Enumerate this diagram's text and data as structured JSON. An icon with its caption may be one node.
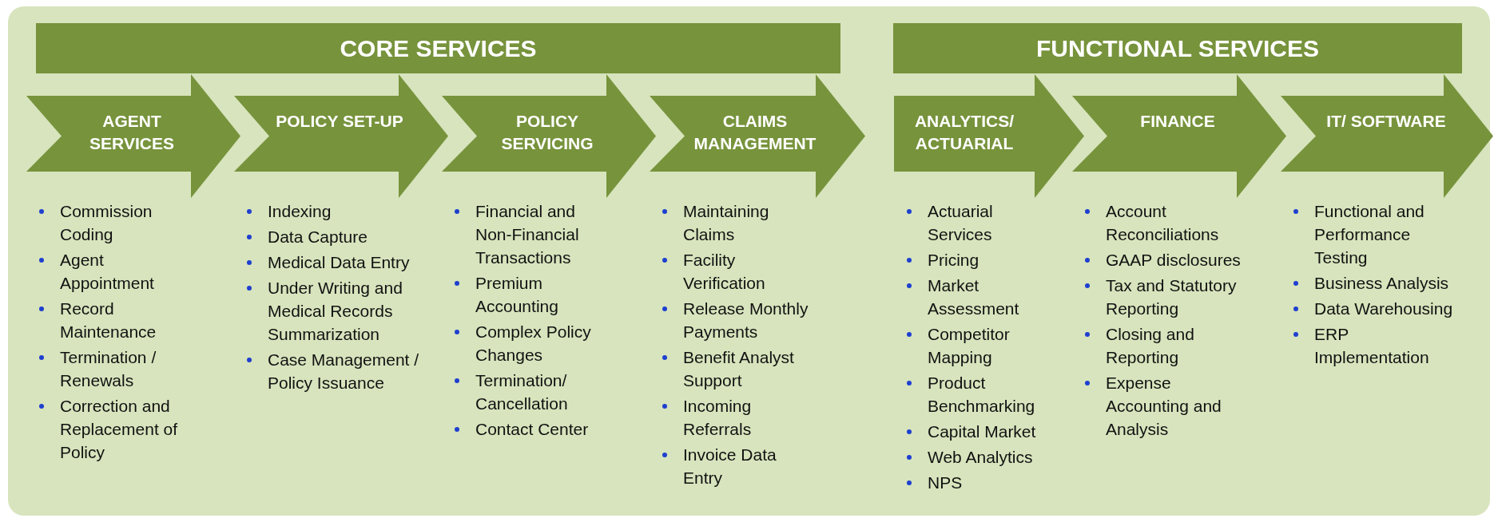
{
  "diagram": {
    "nodes": [
      {
        "text": [
          "CORE SERVICES"
        ]
      },
      {
        "text": [
          "FUNCTIONAL SERVICES"
        ]
      },
      {
        "text": [
          "AGENT SERVICES"
        ],
        "beside": [
          "Commission Coding",
          "Agent Appointment",
          "Record Maintenance",
          "Termination / Renewals",
          "Correction and Replacement of Policy"
        ]
      },
      {
        "text": [
          "POLICY SET-UP"
        ],
        "beside": [
          "Indexing",
          "Data Capture",
          "Medical Data Entry",
          "Under Writing and Medical Records Summarization",
          "Case Management / Policy Issuance"
        ]
      },
      {
        "text": [
          "POLICY SERVICING"
        ],
        "beside": [
          "Financial and Non-Financial Transactions",
          "Premium Accounting",
          "Complex Policy Changes",
          "Termination/ Cancellation",
          "Contact Center"
        ]
      },
      {
        "text": [
          "CLAIMS MANAGEMENT"
        ],
        "beside": [
          "Maintaining Claims",
          "Facility Verification",
          "Release Monthly Payments",
          "Benefit Analyst Support",
          "Incoming Referrals",
          "Invoice Data Entry"
        ]
      },
      {
        "text": [
          "ANALYTICS/ ACTUARIAL"
        ],
        "beside": [
          "Actuarial Services",
          "Pricing",
          "Market Assessment",
          "Competitor Mapping",
          "Product Benchmarking",
          "Capital Market",
          "Web Analytics",
          "NPS"
        ]
      },
      {
        "text": [
          "FINANCE"
        ],
        "beside": [
          "Account Reconciliations",
          "GAAP disclosures",
          "Tax and Statutory Reporting",
          "Closing and Reporting",
          "Expense Accounting and Analysis"
        ]
      },
      {
        "text": [
          "IT/ SOFTWARE"
        ],
        "beside": [
          "Functional and Performance Testing",
          "Business Analysis",
          "Data Warehousing",
          "ERP Implementation"
        ]
      }
    ],
    "edges": []
  }
}
